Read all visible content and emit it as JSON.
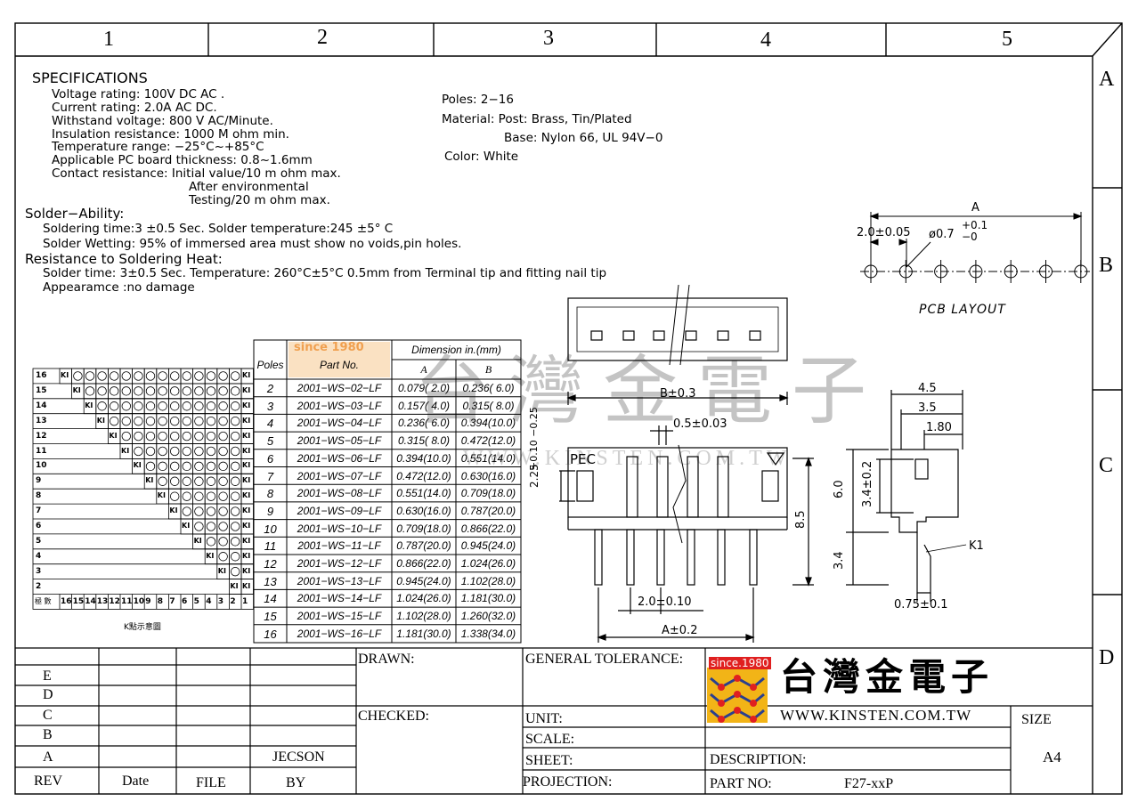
{
  "frame": {
    "columns": [
      "1",
      "2",
      "3",
      "4",
      "5"
    ],
    "rows": [
      "A",
      "B",
      "C",
      "D"
    ]
  },
  "specifications": {
    "heading": "SPECIFICATIONS",
    "lines": [
      "Voltage rating: 100V DC AC .",
      "Current rating: 2.0A AC DC.",
      "Withstand voltage: 800 V AC/Minute.",
      "Insulation resistance: 1000 M ohm min.",
      "Temperature range: −25°C~+85°C",
      "Applicable PC board thickness: 0.8~1.6mm",
      "Contact resistance: Initial value/10 m ohm max.",
      "After environmental",
      "Testing/20 m ohm max."
    ],
    "solder_heading": "Solder−Ability:",
    "solder_lines": [
      "Soldering time:3 ±0.5 Sec. Solder temperature:245 ±5° C",
      "Solder Wetting: 95% of immersed area must show no voids,pin holes."
    ],
    "resist_heading": "Resistance to Soldering Heat:",
    "resist_lines": [
      "Solder time: 3±0.5 Sec. Temperature: 260°C±5°C 0.5mm from Terminal tip and fitting nail tip",
      "Appearamce :no damage"
    ]
  },
  "materials": {
    "poles": "Poles: 2−16",
    "material": "Material: Post: Brass, Tin/Plated",
    "base": "Base: Nylon 66, UL 94V−0",
    "color": "Color: White"
  },
  "pcb_layout": {
    "title": "PCB LAYOUT",
    "dim_a": "A",
    "pitch": "2.0±0.05",
    "hole": "ø0.7",
    "hole_tol_plus": "+0.1",
    "hole_tol_minus": "−0"
  },
  "front_view": {
    "b_dim": "B±0.3",
    "pin_width": "0.5±0.03",
    "height_tol": "+0.10\n−0.25",
    "height": "2.25",
    "pec": "PEC",
    "total_height": "8.5",
    "pitch": "2.0±0.10",
    "a_dim": "A±0.2"
  },
  "side_view": {
    "d1": "4.5",
    "d2": "3.5",
    "d3": "1.80",
    "d4": "6.0",
    "d5": "3.4±0.2",
    "d6": "3.4",
    "d7": "K1",
    "d8": "0.75±0.1"
  },
  "watermark": {
    "cjk": "台灣金電子",
    "url": "WWW.KINSTEN.COM.TW"
  },
  "pole_chart": {
    "rows": [
      16,
      15,
      14,
      13,
      12,
      11,
      10,
      9,
      8,
      7,
      6,
      5,
      4,
      3,
      2
    ],
    "k_mark": "KI",
    "footer_label": "極 數",
    "footer_nums": [
      "16",
      "15",
      "14",
      "13",
      "12",
      "11",
      "10",
      "9",
      "8",
      "7",
      "6",
      "5",
      "4",
      "3",
      "2",
      "1"
    ],
    "caption": "K點示意圖"
  },
  "dimension_table": {
    "col_poles": "Poles",
    "col_part": "Part No.",
    "col_dim": "Dimension in.(mm)",
    "col_a": "A",
    "col_b": "B",
    "stamp": "since 1980",
    "rows": [
      {
        "poles": "2",
        "part": "2001−WS−02−LF",
        "a": "0.079( 2.0)",
        "b": "0.236( 6.0)"
      },
      {
        "poles": "3",
        "part": "2001−WS−03−LF",
        "a": "0.157( 4.0)",
        "b": "0.315( 8.0)"
      },
      {
        "poles": "4",
        "part": "2001−WS−04−LF",
        "a": "0.236( 6.0)",
        "b": "0.394(10.0)"
      },
      {
        "poles": "5",
        "part": "2001−WS−05−LF",
        "a": "0.315( 8.0)",
        "b": "0.472(12.0)"
      },
      {
        "poles": "6",
        "part": "2001−WS−06−LF",
        "a": "0.394(10.0)",
        "b": "0.551(14.0)"
      },
      {
        "poles": "7",
        "part": "2001−WS−07−LF",
        "a": "0.472(12.0)",
        "b": "0.630(16.0)"
      },
      {
        "poles": "8",
        "part": "2001−WS−08−LF",
        "a": "0.551(14.0)",
        "b": "0.709(18.0)"
      },
      {
        "poles": "9",
        "part": "2001−WS−09−LF",
        "a": "0.630(16.0)",
        "b": "0.787(20.0)"
      },
      {
        "poles": "10",
        "part": "2001−WS−10−LF",
        "a": "0.709(18.0)",
        "b": "0.866(22.0)"
      },
      {
        "poles": "11",
        "part": "2001−WS−11−LF",
        "a": "0.787(20.0)",
        "b": "0.945(24.0)"
      },
      {
        "poles": "12",
        "part": "2001−WS−12−LF",
        "a": "0.866(22.0)",
        "b": "1.024(26.0)"
      },
      {
        "poles": "13",
        "part": "2001−WS−13−LF",
        "a": "0.945(24.0)",
        "b": "1.102(28.0)"
      },
      {
        "poles": "14",
        "part": "2001−WS−14−LF",
        "a": "1.024(26.0)",
        "b": "1.181(30.0)"
      },
      {
        "poles": "15",
        "part": "2001−WS−15−LF",
        "a": "1.102(28.0)",
        "b": "1.260(32.0)"
      },
      {
        "poles": "16",
        "part": "2001−WS−16−LF",
        "a": "1.181(30.0)",
        "b": "1.338(34.0)"
      }
    ]
  },
  "title_block": {
    "rev_rows": [
      "E",
      "D",
      "C",
      "B",
      "A"
    ],
    "rev_label": "REV",
    "date_label": "Date",
    "file_label": "FILE",
    "by_label": "BY",
    "by_value": "JECSON",
    "drawn": "DRAWN:",
    "checked": "CHECKED:",
    "general_tolerance": "GENERAL TOLERANCE:",
    "unit": "UNIT:",
    "scale": "SCALE:",
    "sheet": "SHEET:",
    "projection": "PROJECTION:",
    "logo_since": "since.1980",
    "logo_cjk": "台灣金電子",
    "logo_url": "WWW.KINSTEN.COM.TW",
    "size_label": "SIZE",
    "size_value": "A4",
    "description": "DESCRIPTION:",
    "part_no_label": "PART NO:",
    "part_no_value": "F27-xxP"
  },
  "colors": {
    "line": "#000000",
    "watermark": "#bdbdbd",
    "logo_red": "#e02020",
    "logo_gold": "#f2b417",
    "logo_blue": "#2a3f8f",
    "stamp_orange": "#f0a050"
  }
}
